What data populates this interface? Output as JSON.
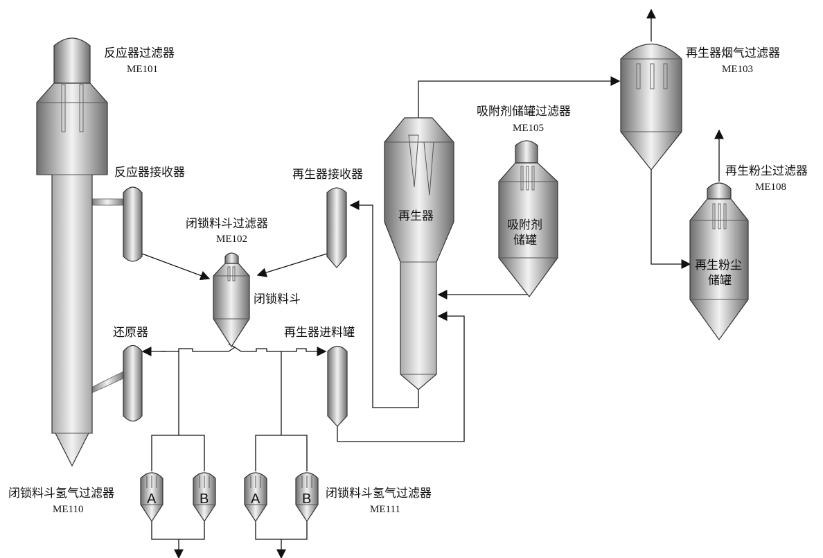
{
  "labels": {
    "reactor_filter": "反应器过滤器",
    "reactor_filter_code": "ME101",
    "reactor_receiver": "反应器接收器",
    "lockhopper_filter": "闭锁料斗过滤器",
    "lockhopper_filter_code": "ME102",
    "lockhopper": "闭锁料斗",
    "reducer": "还原器",
    "regen_receiver": "再生器接收器",
    "regen_feed_tank": "再生器进料罐",
    "regenerator": "再生器",
    "adsorbent_tank_filter": "吸附剂储罐过滤器",
    "adsorbent_tank_filter_code": "ME105",
    "adsorbent_tank_line1": "吸附剂",
    "adsorbent_tank_line2": "储罐",
    "regen_flue_filter": "再生器烟气过滤器",
    "regen_flue_filter_code": "ME103",
    "regen_dust_filter": "再生粉尘过滤器",
    "regen_dust_filter_code": "ME108",
    "dust_tank_line1": "再生粉尘",
    "dust_tank_line2": "储罐",
    "h2_filter_left": "闭锁料斗氢气过滤器",
    "h2_filter_left_code": "ME110",
    "h2_filter_right": "闭锁料斗氢气过滤器",
    "h2_filter_right_code": "ME111",
    "filter_a": "A",
    "filter_b": "B"
  },
  "colors": {
    "vessel_light": "#f2f2f2",
    "vessel_mid": "#b8b8b8",
    "vessel_dark": "#6e6e6e",
    "line": "#111111"
  }
}
